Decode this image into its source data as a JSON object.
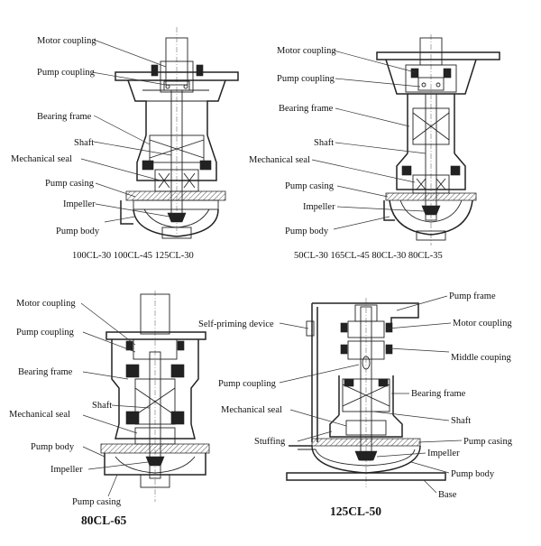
{
  "diagrams": {
    "top_left": {
      "caption": "100CL-30 100CL-45 125CL-30",
      "labels": {
        "motor_coupling": "Motor coupling",
        "pump_coupling": "Pump coupling",
        "bearing_frame": "Bearing frame",
        "shaft": "Shaft",
        "mechanical_seal": "Mechanical seal",
        "pump_casing": "Pump casing",
        "impeller": "Impeller",
        "pump_body": "Pump body"
      }
    },
    "top_right": {
      "caption": "50CL-30 165CL-45 80CL-30 80CL-35",
      "labels": {
        "motor_coupling": "Motor coupling",
        "pump_coupling": "Pump coupling",
        "bearing_frame": "Bearing frame",
        "shaft": "Shaft",
        "mechanical_seal": "Mechanical seal",
        "pump_casing": "Pump casing",
        "impeller": "Impeller",
        "pump_body": "Pump body"
      }
    },
    "bottom_left": {
      "caption": "80CL-65",
      "labels": {
        "motor_coupling": "Motor coupling",
        "pump_coupling": "Pump coupling",
        "bearing_frame": "Bearing frame",
        "shaft": "Shaft",
        "mechanical_seal": "Mechanical seal",
        "pump_body": "Pump body",
        "impeller": "Impeller",
        "pump_casing": "Pump casing"
      }
    },
    "bottom_right": {
      "caption": "125CL-50",
      "labels": {
        "self_priming_device": "Self-priming device",
        "pump_frame": "Pump frame",
        "motor_coupling": "Motor coupling",
        "middle_couping": "Middle couping",
        "pump_coupling": "Pump coupling",
        "bearing_frame": "Bearing frame",
        "mechanical_seal": "Mechanical seal",
        "shaft": "Shaft",
        "stuffing": "Stuffing",
        "pump_casing": "Pump casing",
        "impeller": "Impeller",
        "pump_body": "Pump body",
        "base": "Base"
      }
    }
  }
}
